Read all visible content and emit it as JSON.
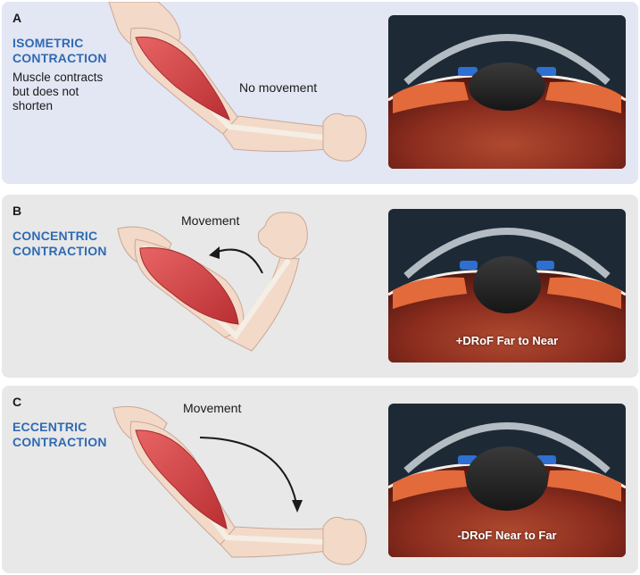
{
  "panels": [
    {
      "letter": "A",
      "title_line1": "ISOMETRIC",
      "title_line2": "CONTRACTION",
      "description": "Muscle contracts but does not shorten",
      "movement_label": "No movement",
      "eye_caption": ""
    },
    {
      "letter": "B",
      "title_line1": "CONCENTRIC",
      "title_line2": "CONTRACTION",
      "description": "",
      "movement_label": "Movement",
      "eye_caption": "+DRoF Far to Near"
    },
    {
      "letter": "C",
      "title_line1": "ECCENTRIC",
      "title_line2": "CONTRACTION",
      "description": "",
      "movement_label": "Movement",
      "eye_caption": "-DRoF Near to Far"
    }
  ],
  "colors": {
    "title_blue": "#2f6ab3",
    "panel_a_bg": "#e3e6f3",
    "panel_bc_bg": "#e8e8e8",
    "skin": "#f3d9c8",
    "muscle": "#d94a4a",
    "eye_dark": "#1d2a35",
    "retina": "#8a2c1e"
  }
}
